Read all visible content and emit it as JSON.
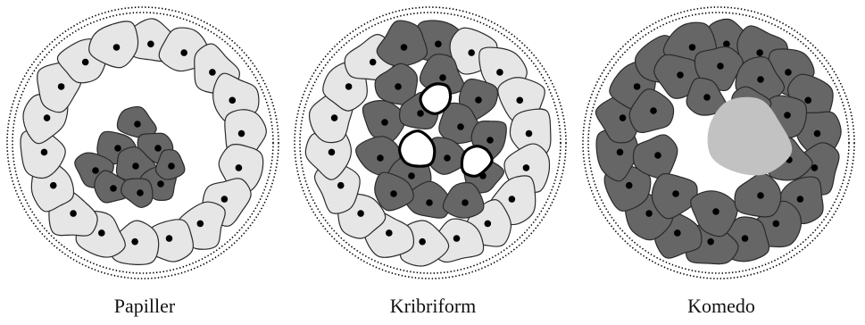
{
  "figure": {
    "panels": [
      {
        "label": "Papiller"
      },
      {
        "label": "Kribriform"
      },
      {
        "label": "Komedo"
      }
    ]
  },
  "colors": {
    "light_cell": "#e6e6e6",
    "dark_cell": "#666666",
    "cell_outline": "#2a2a2a",
    "nucleus": "#000000",
    "lumen": "#ffffff",
    "necrosis": "#c2c2c2",
    "membrane": "#000000"
  }
}
